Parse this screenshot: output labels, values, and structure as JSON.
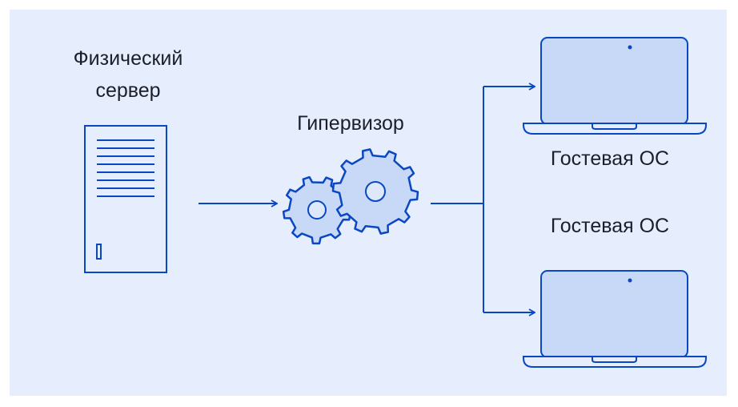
{
  "labels": {
    "server_line1": "Физический",
    "server_line2": "сервер",
    "hypervisor": "Гипервизор",
    "guest1": "Гостевая ОС",
    "guest2": "Гостевая ОС"
  },
  "colors": {
    "background": "#e6eefd",
    "stroke": "#0a47c2",
    "fill": "#c8d8f7",
    "text": "#1c1f2a"
  }
}
